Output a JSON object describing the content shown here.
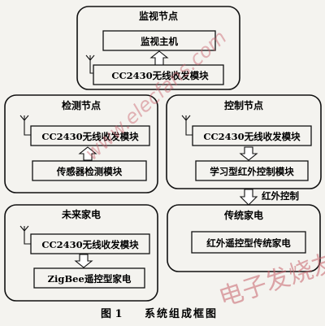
{
  "watermark": {
    "url": "www.elecfans.com",
    "logo": "电子发烧友"
  },
  "nodes": {
    "monitor": {
      "title": "监视节点",
      "host": "监视主机",
      "radio": "CC2430无线收发模块"
    },
    "detect": {
      "title": "检测节点",
      "radio": "CC2430无线收发模块",
      "sensor": "传感器检测模块"
    },
    "control": {
      "title": "控制节点",
      "radio": "CC2430无线收发模块",
      "ir_module": "学习型红外控制模块"
    },
    "future": {
      "title": "未来家电",
      "radio": "CC2430无线收发模块",
      "zigbee": "ZigBee遥控型家电"
    },
    "traditional": {
      "title": "传统家电",
      "ir_appliance": "红外遥控型传统家电"
    }
  },
  "links": {
    "ir_control": "红外控制"
  },
  "caption": {
    "figure": "图 1",
    "text": "系统组成框图"
  },
  "colors": {
    "line": "#111111",
    "background": "#f4f3ef",
    "watermark": "#c7606a"
  }
}
